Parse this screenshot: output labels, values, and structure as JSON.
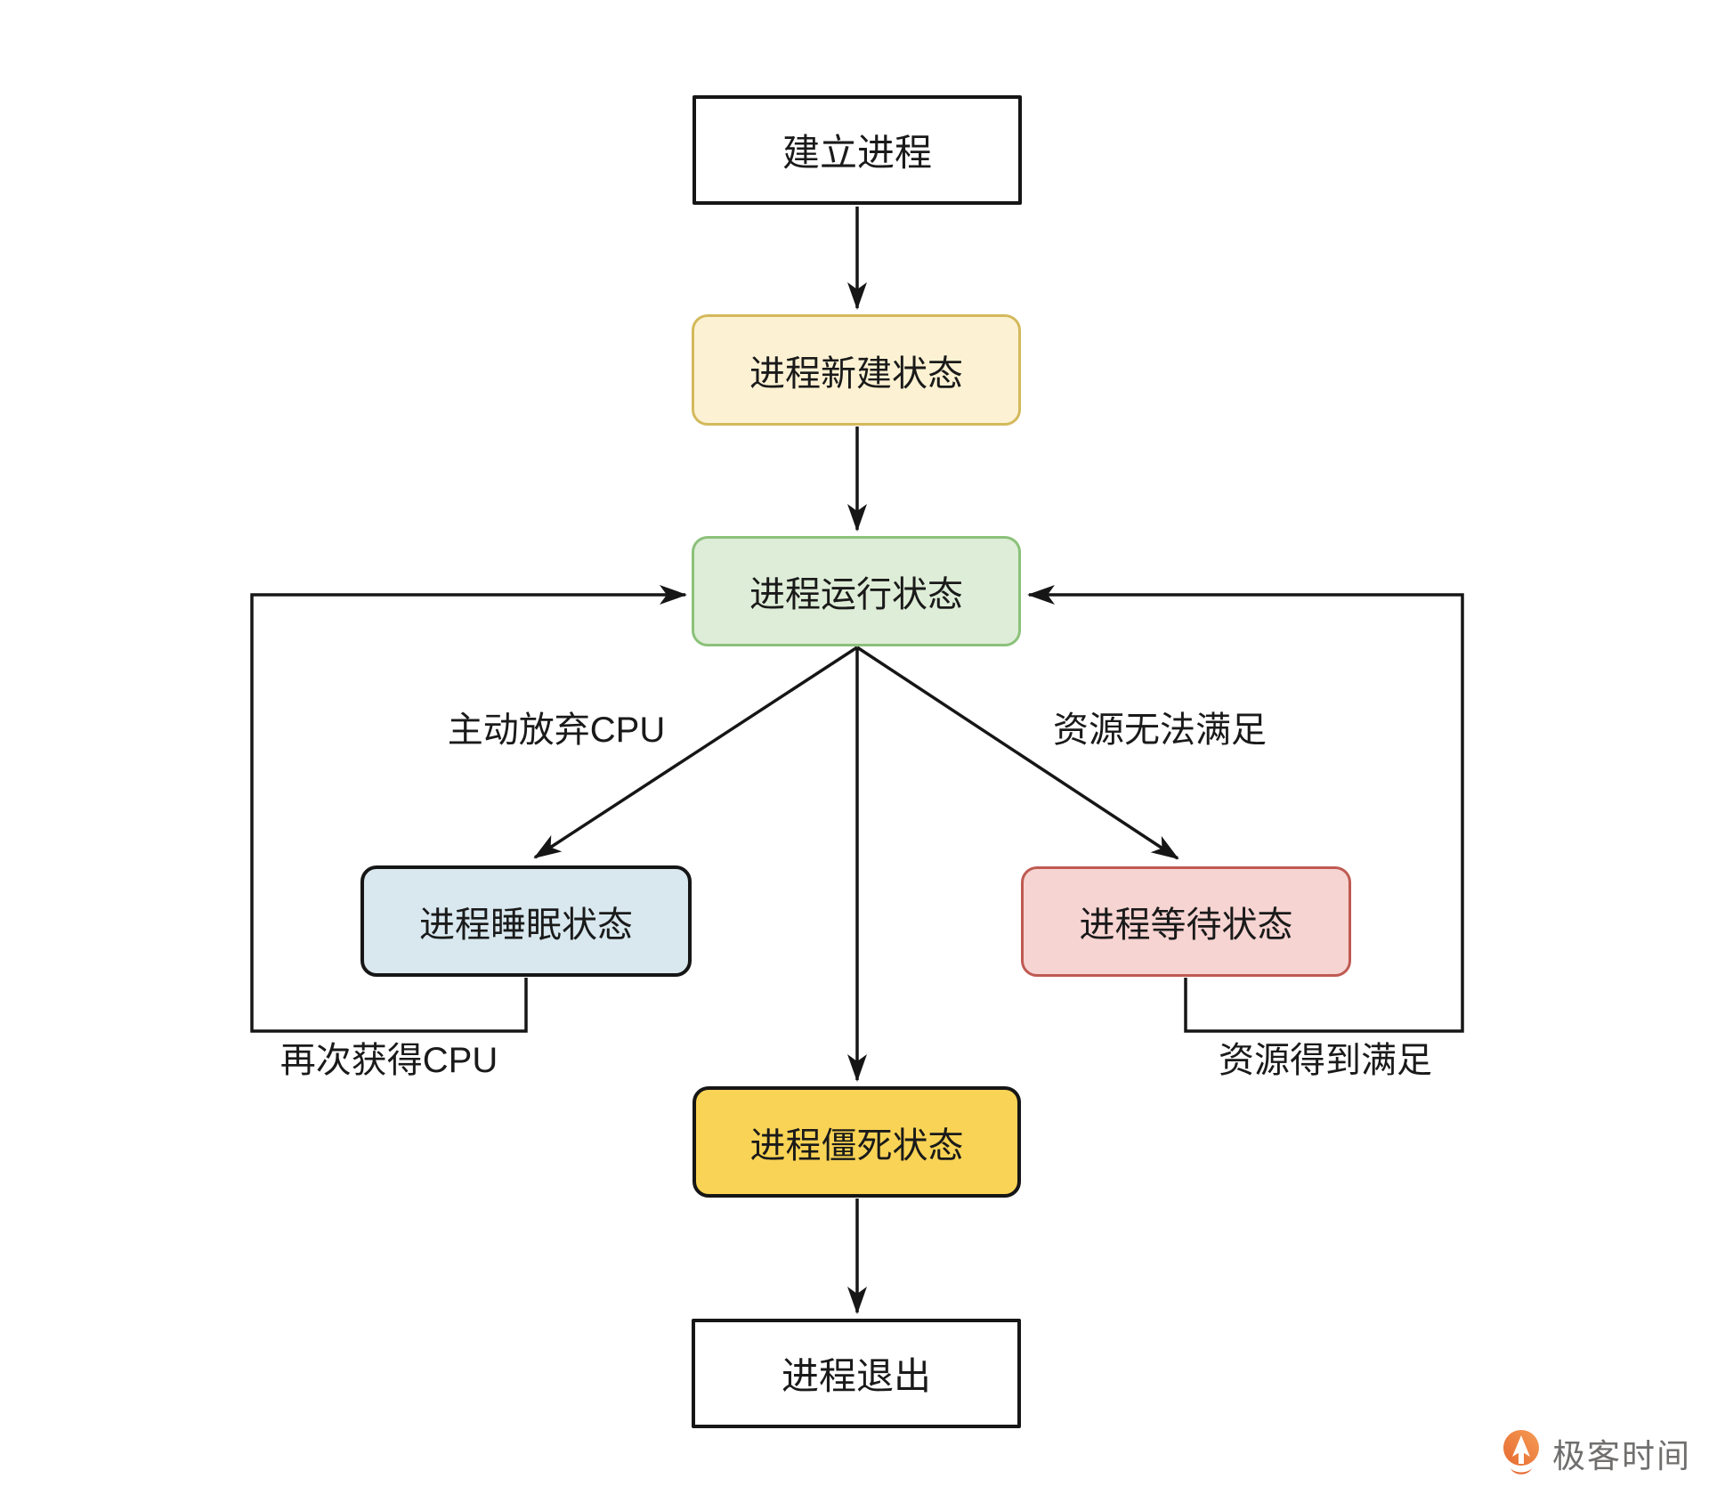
{
  "diagram": {
    "nodes": {
      "create": {
        "label": "建立进程",
        "type": "start",
        "fill": "#FFFFFF",
        "border": "#161616"
      },
      "new": {
        "label": "进程新建状态",
        "type": "state",
        "fill": "#FCF2D3",
        "border": "#D4B95C"
      },
      "running": {
        "label": "进程运行状态",
        "type": "state",
        "fill": "#DEEDD7",
        "border": "#8BC17A"
      },
      "sleep": {
        "label": "进程睡眠状态",
        "type": "state",
        "fill": "#D9E8EF",
        "border": "#161616"
      },
      "waiting": {
        "label": "进程等待状态",
        "type": "state",
        "fill": "#F6D4D2",
        "border": "#BE5A52"
      },
      "zombie": {
        "label": "进程僵死状态",
        "type": "state",
        "fill": "#F8D355",
        "border": "#161616"
      },
      "exit": {
        "label": "进程退出",
        "type": "end",
        "fill": "#FFFFFF",
        "border": "#161616"
      }
    },
    "edges": {
      "create_to_new": {
        "from": "create",
        "to": "new",
        "label": ""
      },
      "new_to_running": {
        "from": "new",
        "to": "running",
        "label": ""
      },
      "give_up_cpu": {
        "from": "running",
        "to": "sleep",
        "label": "主动放弃CPU"
      },
      "resource_unmet": {
        "from": "running",
        "to": "waiting",
        "label": "资源无法满足"
      },
      "running_to_zombie": {
        "from": "running",
        "to": "zombie",
        "label": ""
      },
      "regain_cpu": {
        "from": "sleep",
        "to": "running",
        "label": "再次获得CPU"
      },
      "resource_met": {
        "from": "waiting",
        "to": "running",
        "label": "资源得到满足"
      },
      "zombie_to_exit": {
        "from": "zombie",
        "to": "exit",
        "label": ""
      }
    },
    "stroke_color": "#161616"
  },
  "branding": {
    "logo_text": "极客时间",
    "logo_orange": "#EB7A3C",
    "logo_text_color": "#706F6E"
  }
}
